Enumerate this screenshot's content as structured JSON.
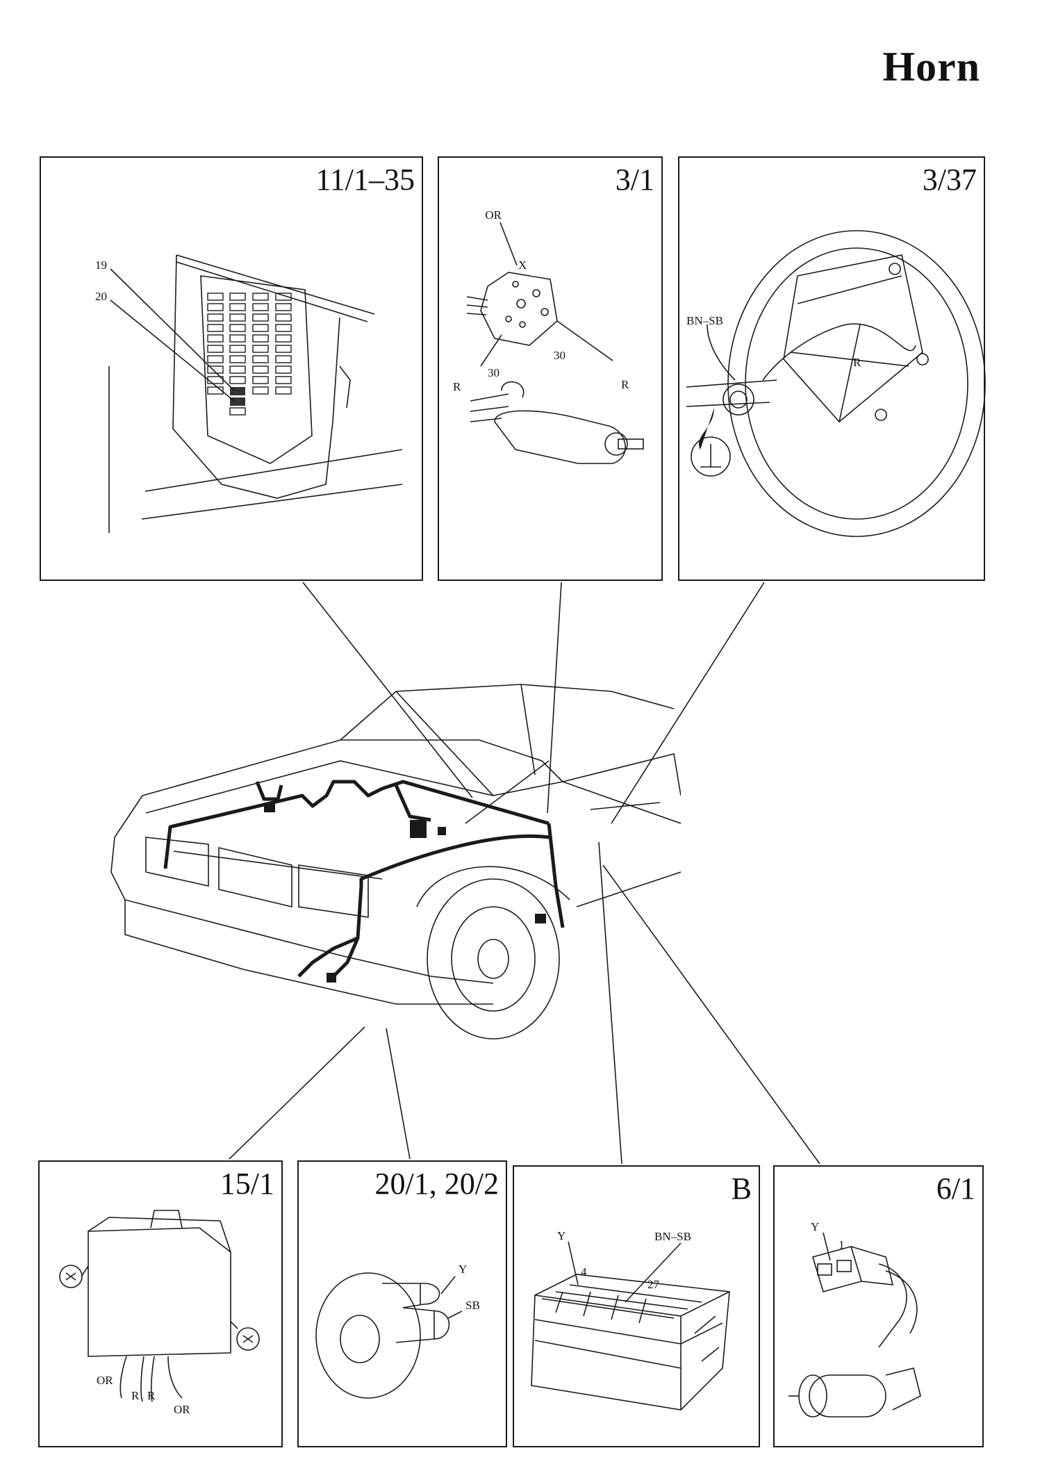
{
  "title": "Horn",
  "panels": {
    "fusebox": {
      "ref": "11/1–35",
      "labels": [
        "19",
        "20"
      ]
    },
    "ignition": {
      "ref": "3/1",
      "labels": [
        "OR",
        "X",
        "R",
        "30",
        "30",
        "R"
      ]
    },
    "steering": {
      "ref": "3/37",
      "labels": [
        "BN–SB",
        "R"
      ]
    },
    "relay": {
      "ref": "15/1",
      "labels": [
        "OR",
        "R",
        "R",
        "OR"
      ]
    },
    "horns": {
      "ref": "20/1, 20/2",
      "labels": [
        "Y",
        "SB"
      ]
    },
    "centralbox": {
      "ref": "B",
      "labels": [
        "Y",
        "BN–SB",
        "4",
        "27"
      ]
    },
    "motor": {
      "ref": "6/1",
      "labels": [
        "Y",
        "1"
      ]
    }
  }
}
